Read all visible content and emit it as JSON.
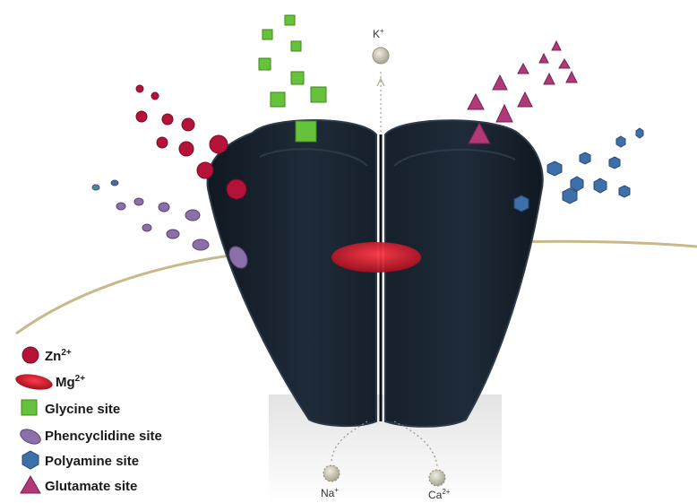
{
  "ions": {
    "k": {
      "label": "K",
      "charge": "+"
    },
    "na": {
      "label": "Na",
      "charge": "+"
    },
    "ca": {
      "label": "Ca",
      "charge": "2+"
    }
  },
  "legend": [
    {
      "id": "zn",
      "label": "Zn",
      "sup": "2+",
      "icon": "zinc-circle-icon",
      "color": "#b5123a"
    },
    {
      "id": "mg",
      "label": "Mg",
      "sup": "2+",
      "icon": "magnesium-ellipse-icon",
      "color": "#d0142a"
    },
    {
      "id": "glycine",
      "label": "Glycine site",
      "sup": "",
      "icon": "glycine-square-icon",
      "color": "#66c23a"
    },
    {
      "id": "pcp",
      "label": "Phencyclidine site",
      "sup": "",
      "icon": "phencyclidine-ellipse-icon",
      "color": "#8a6fa8"
    },
    {
      "id": "polyamine",
      "label": "Polyamine site",
      "sup": "",
      "icon": "polyamine-hexagon-icon",
      "color": "#3f6fa8"
    },
    {
      "id": "glutamate",
      "label": "Glutamate site",
      "sup": "",
      "icon": "glutamate-triangle-icon",
      "color": "#b03a78"
    }
  ],
  "colors": {
    "receptor": "#1c2633",
    "receptor_edge": "#2c3a4a",
    "membrane": "#c8b98a",
    "zinc": "#b5123a",
    "magnesium": "#d0142a",
    "glycine": "#66c23a",
    "phencyclidine": "#8a6fa8",
    "polyamine": "#3f6fa8",
    "glutamate": "#b03a78",
    "ion": "#bcb7a4"
  }
}
